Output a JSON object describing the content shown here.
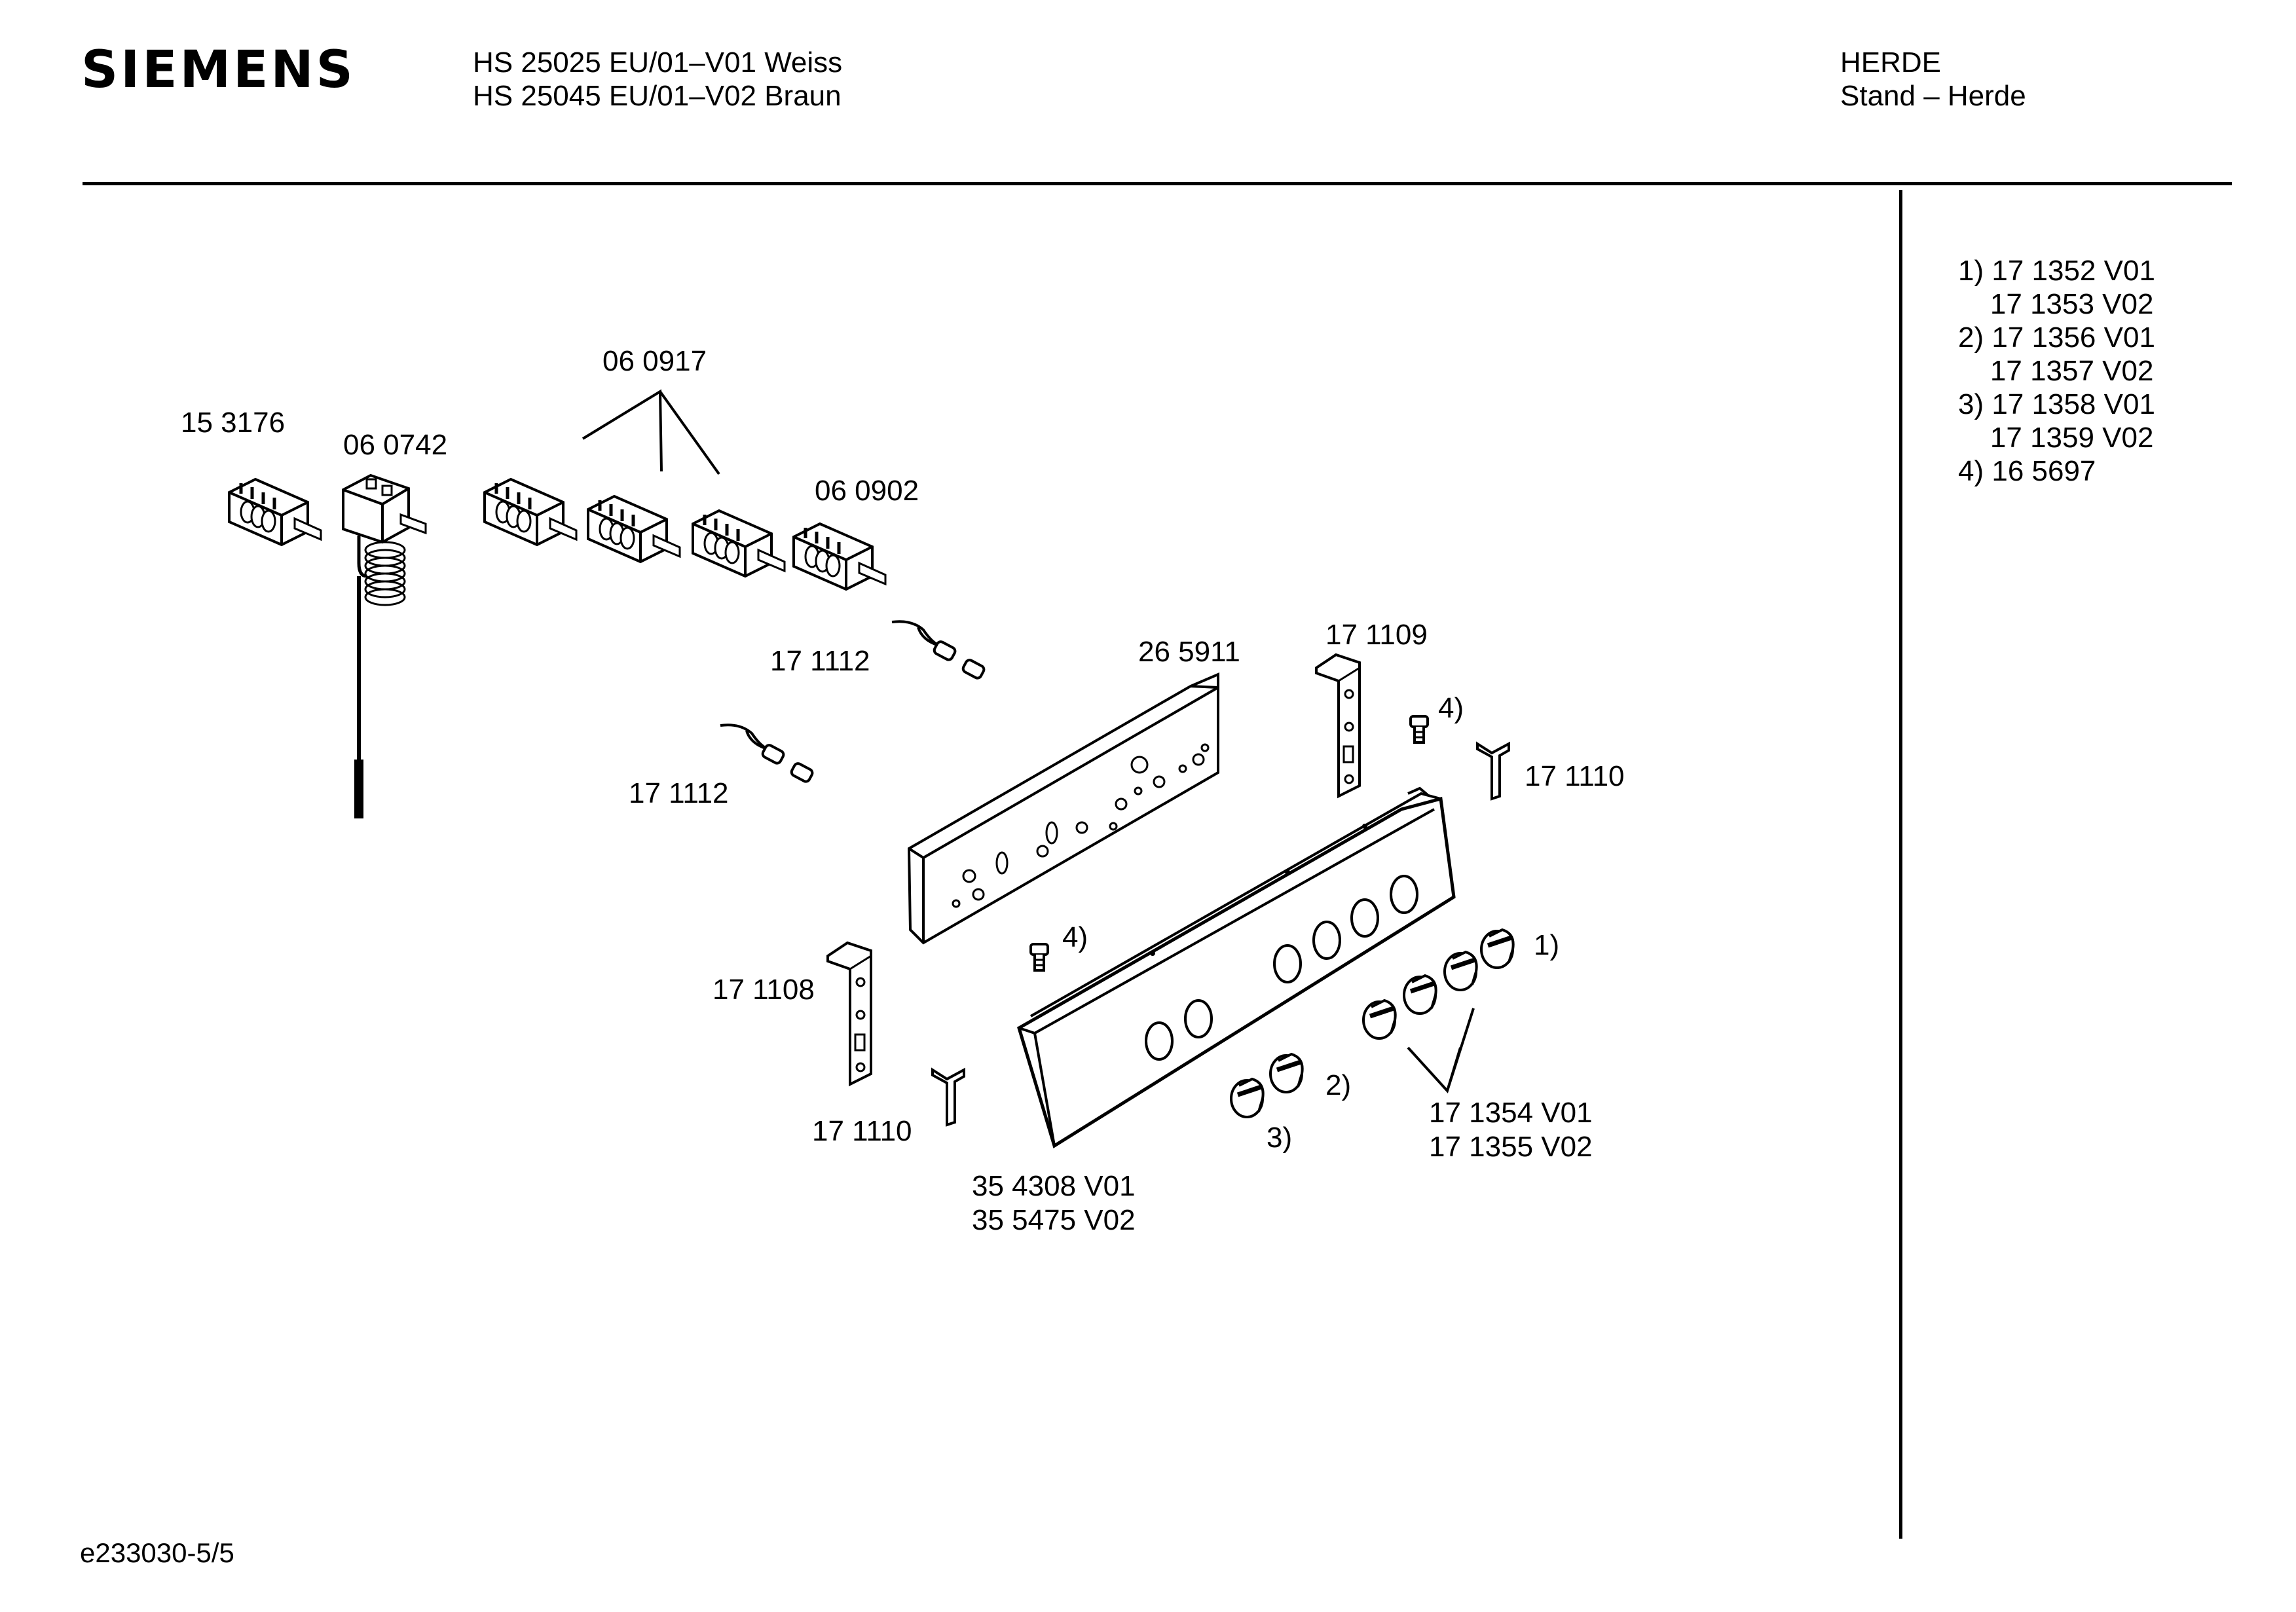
{
  "brand": "SIEMENS",
  "header": {
    "models": [
      "HS 25025 EU/01–V01 Weiss",
      "HS 25045 EU/01–V02 Braun"
    ],
    "category": "HERDE",
    "subcategory": "Stand – Herde"
  },
  "legend": [
    "1) 17 1352 V01",
    "    17 1353 V02",
    "2) 17 1356 V01",
    "    17 1357 V02",
    "3) 17 1358 V01",
    "    17 1359 V02",
    "4) 16 5697"
  ],
  "parts": {
    "thermostat_switch": "15 3176",
    "thermostat": "06 0742",
    "switch_group": "06 0917",
    "switch_single": "06 0902",
    "lamp_upper": "17 1112",
    "lamp_lower": "17 1112",
    "control_panel": "26 5911",
    "bracket_right": "17 1109",
    "clip_right": "17 1110",
    "screw_upper_ref": "4)",
    "screw_lower_ref": "4)",
    "bracket_left": "17 1108",
    "clip_left": "17 1110",
    "fascia_v01": "35 4308 V01",
    "fascia_v02": "35 5475 V02",
    "knob_ref_1": "1)",
    "knob_ref_2": "2)",
    "knob_ref_3": "3)",
    "knob_v01": "17 1354 V01",
    "knob_v02": "17 1355 V02"
  },
  "footer": {
    "code": "e233030-5/5"
  }
}
